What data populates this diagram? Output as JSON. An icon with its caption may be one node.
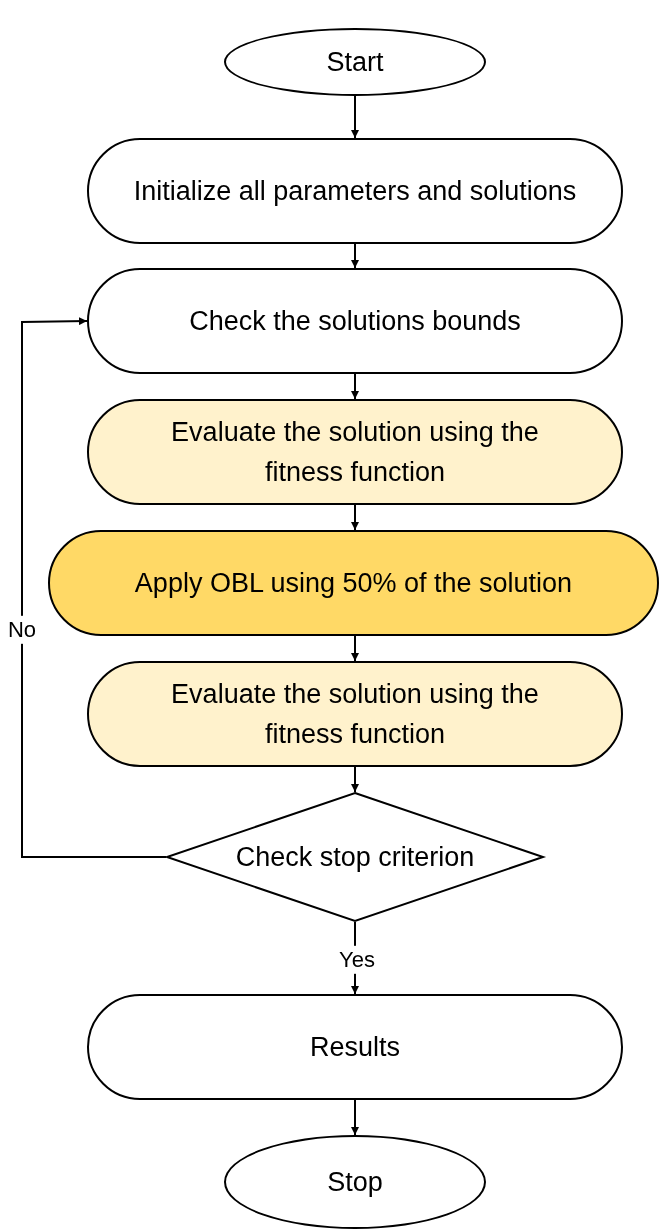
{
  "diagram": {
    "nodes": [
      {
        "text": [
          "Start"
        ]
      },
      {
        "text": [
          "Initialize all parameters and solutions"
        ]
      },
      {
        "text": [
          "Check the solutions bounds"
        ]
      },
      {
        "text": [
          "Evaluate the solution using the fitness function"
        ]
      },
      {
        "text": [
          "Apply OBL using 50% of the solution"
        ]
      },
      {
        "text": [
          "Evaluate the solution using the fitness function"
        ]
      },
      {
        "text": [
          "Check stop criterion"
        ]
      },
      {
        "text": [
          "Results"
        ]
      },
      {
        "text": [
          "Stop"
        ]
      }
    ],
    "edges": [
      {
        "from": 0,
        "to": 1,
        "arrow": "to"
      },
      {
        "from": 1,
        "to": 2,
        "arrow": "to"
      },
      {
        "from": 2,
        "to": 3,
        "arrow": "to"
      },
      {
        "from": 3,
        "to": 4,
        "arrow": "to"
      },
      {
        "from": 4,
        "to": 5,
        "arrow": "to"
      },
      {
        "from": 5,
        "to": 6,
        "arrow": "to"
      },
      {
        "from": 6,
        "to": 2,
        "arrow": "to",
        "label": "No"
      },
      {
        "from": 6,
        "to": 7,
        "arrow": "to",
        "label": "Yes"
      },
      {
        "from": 7,
        "to": 8,
        "arrow": "to"
      }
    ]
  }
}
